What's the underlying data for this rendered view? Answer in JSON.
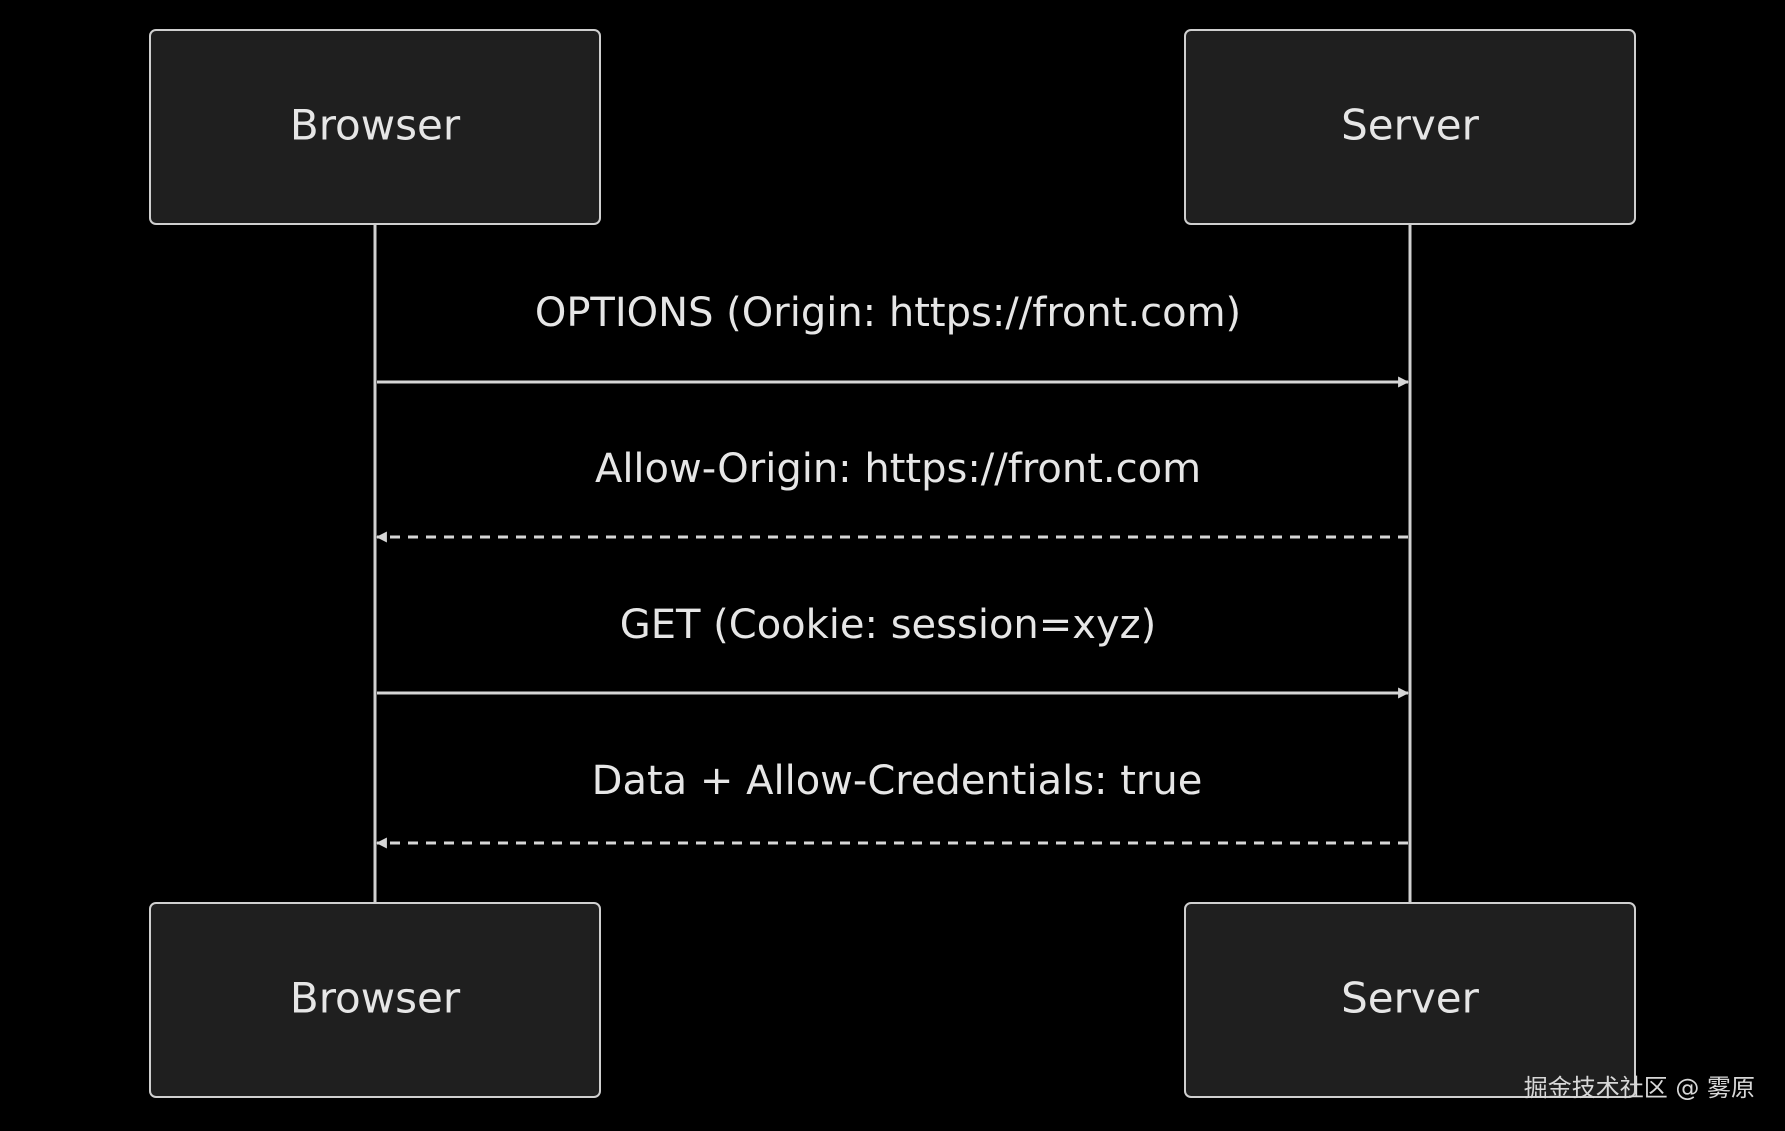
{
  "actors": [
    {
      "id": "browser",
      "label": "Browser"
    },
    {
      "id": "server",
      "label": "Server"
    }
  ],
  "messages": [
    {
      "from": "browser",
      "to": "server",
      "label": "OPTIONS (Origin: https://front.com)",
      "style": "solid"
    },
    {
      "from": "server",
      "to": "browser",
      "label": "Allow-Origin: https://front.com",
      "style": "dashed"
    },
    {
      "from": "browser",
      "to": "server",
      "label": "GET (Cookie: session=xyz)",
      "style": "solid"
    },
    {
      "from": "server",
      "to": "browser",
      "label": "Data + Allow-Credentials: true",
      "style": "dashed"
    }
  ],
  "watermark": "掘金技术社区 @ 雾原",
  "colors": {
    "background": "#000000",
    "box_fill": "#1f1f1f",
    "box_stroke": "#cfcfcf",
    "line": "#d6d6d6",
    "text": "#e6e6e6"
  }
}
